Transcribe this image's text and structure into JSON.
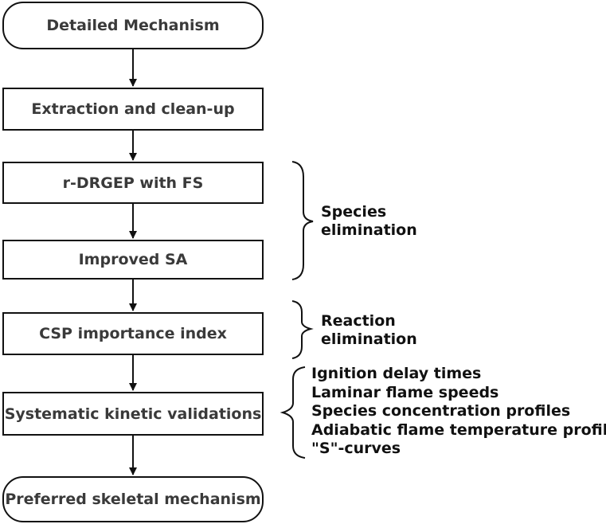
{
  "boxes": {
    "detailed_mechanism": "Detailed Mechanism",
    "extraction": "Extraction and clean-up",
    "r_drgep": "r-DRGEP with FS",
    "improved_sa": "Improved SA",
    "csp": "CSP importance index",
    "validations": "Systematic kinetic validations",
    "preferred": "Preferred skeletal mechanism"
  },
  "groups": {
    "species": [
      "Species",
      "elimination"
    ],
    "reaction": [
      "Reaction",
      "elimination"
    ],
    "validation_items": [
      "Ignition delay times",
      "Laminar flame speeds",
      "Species concentration profiles",
      "Adiabatic flame temperature profiles",
      "\"S\"-curves"
    ]
  }
}
